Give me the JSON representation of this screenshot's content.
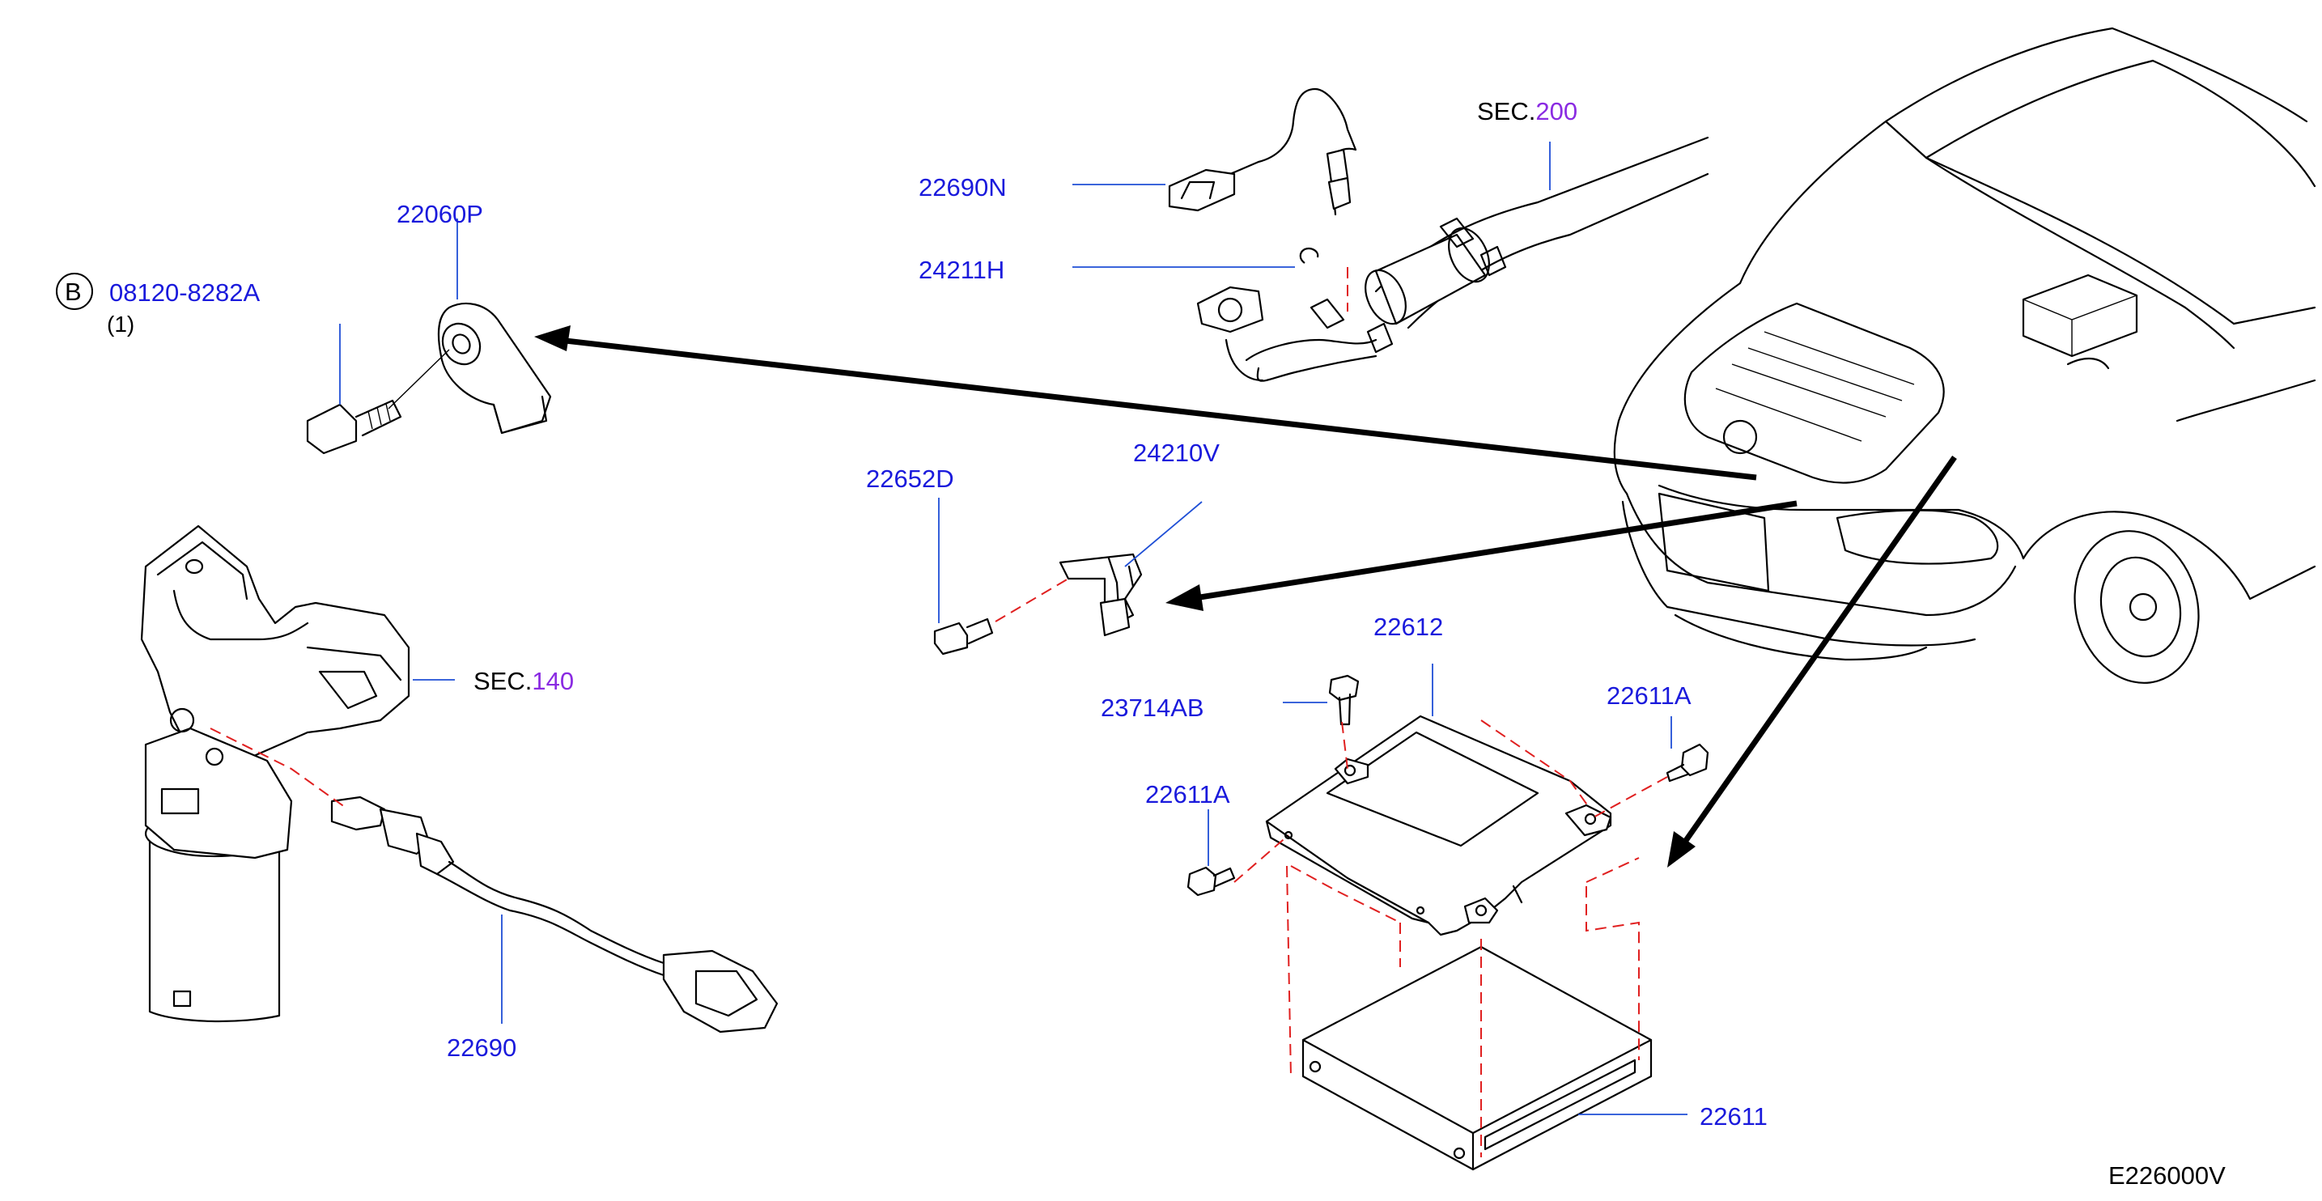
{
  "parts": {
    "p22060P": "22060P",
    "p08120": "08120-8282A",
    "p08120_qty": "(1)",
    "p08120_badge": "B",
    "p22690N": "22690N",
    "p24211H": "24211H",
    "sec200_prefix": "SEC.",
    "sec200_num": "200",
    "p22652D": "22652D",
    "p24210V": "24210V",
    "sec140_prefix": "SEC.",
    "sec140_num": "140",
    "p22612": "22612",
    "p23714AB": "23714AB",
    "p22611A_right": "22611A",
    "p22611A_left": "22611A",
    "p22690": "22690",
    "p22611": "22611"
  },
  "diagram_code": "E226000V",
  "colors": {
    "part_number": "#1a1adc",
    "section_number": "#8a2be2",
    "dash_line": "#e02020",
    "leader_line": "#1f4fd6"
  }
}
